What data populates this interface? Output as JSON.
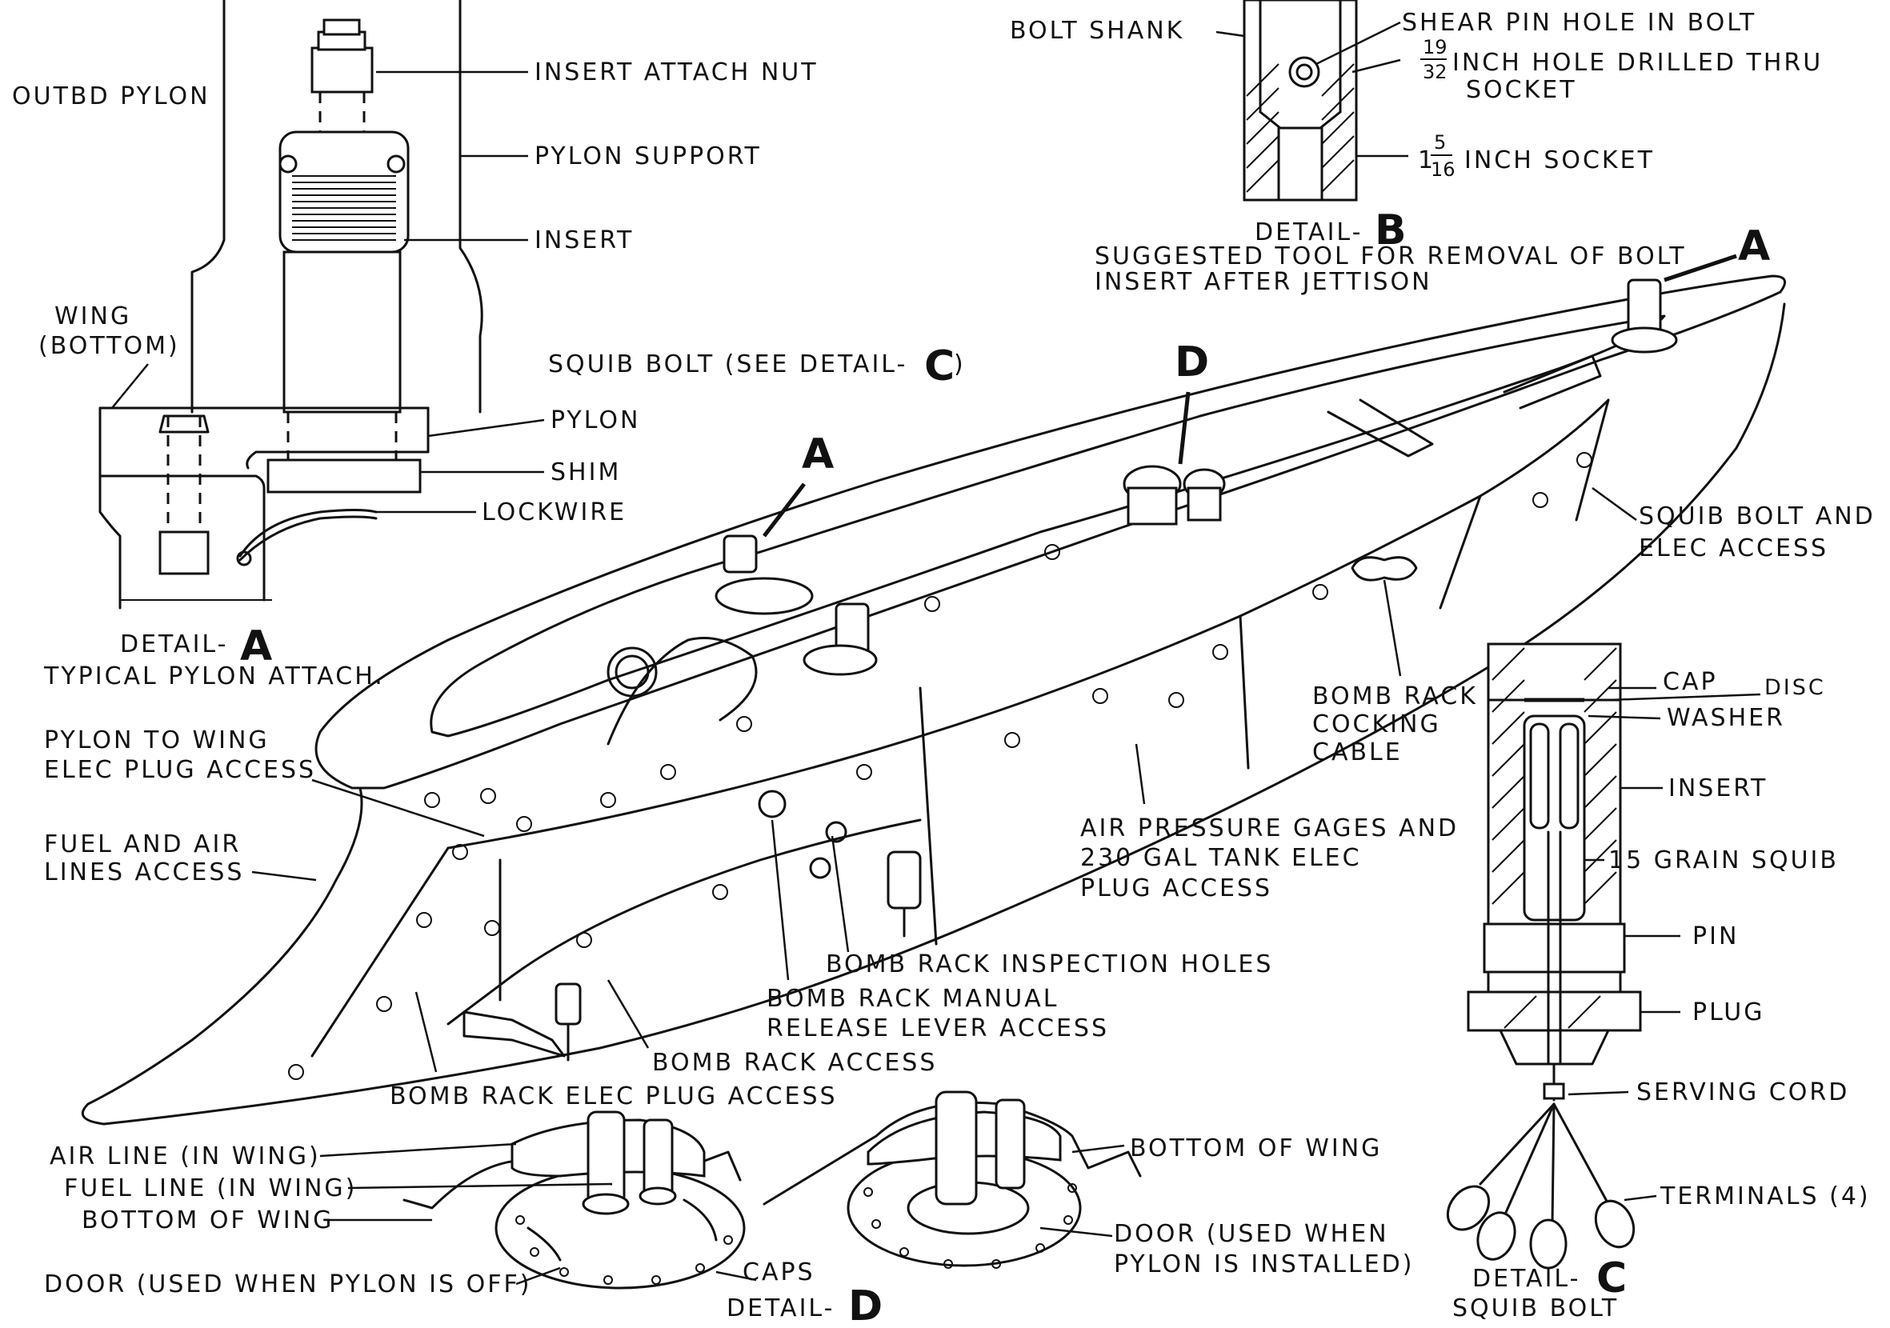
{
  "detail_a": {
    "labels": {
      "outbd_pylon": "OUTBD PYLON",
      "insert_attach_nut": "INSERT ATTACH NUT",
      "pylon_support": "PYLON SUPPORT",
      "insert": "INSERT",
      "wing_bottom_1": "WING",
      "wing_bottom_2": "(BOTTOM)",
      "pylon": "PYLON",
      "shim": "SHIM",
      "lockwire": "LOCKWIRE"
    },
    "caption_prefix": "DETAIL-",
    "caption_letter": "A",
    "caption_sub": "TYPICAL PYLON ATTACH."
  },
  "detail_b": {
    "labels": {
      "bolt_shank": "BOLT SHANK",
      "shear_pin_hole": "SHEAR PIN HOLE IN BOLT",
      "frac1_num": "19",
      "frac1_den": "32",
      "hole_drilled_1": "INCH HOLE DRILLED THRU",
      "hole_drilled_2": "SOCKET",
      "frac2_whole": "1",
      "frac2_num": "5",
      "frac2_den": "16",
      "inch_socket": "INCH SOCKET"
    },
    "caption_prefix": "DETAIL-",
    "caption_letter": "B",
    "caption_sub_1": "SUGGESTED TOOL FOR REMOVAL OF BOLT",
    "caption_sub_2": "INSERT AFTER JETTISON"
  },
  "main": {
    "callout_a_top": "A",
    "callout_a_mid": "A",
    "callout_d": "D",
    "squib_bolt_prefix": "SQUIB BOLT (SEE DETAIL-",
    "squib_bolt_letter": "C",
    "squib_bolt_suffix": ")",
    "squib_bolt_elec_1": "SQUIB BOLT AND",
    "squib_bolt_elec_2": "ELEC ACCESS",
    "bomb_rack_cocking_1": "BOMB RACK",
    "bomb_rack_cocking_2": "COCKING",
    "bomb_rack_cocking_3": "CABLE",
    "pylon_to_wing_1": "PYLON TO WING",
    "pylon_to_wing_2": "ELEC PLUG ACCESS",
    "fuel_air_1": "FUEL AND AIR",
    "fuel_air_2": "LINES ACCESS",
    "air_pressure_1": "AIR PRESSURE GAGES AND",
    "air_pressure_2": "230 GAL TANK ELEC",
    "air_pressure_3": "PLUG ACCESS",
    "inspection_holes": "BOMB RACK INSPECTION HOLES",
    "manual_release_1": "BOMB RACK MANUAL",
    "manual_release_2": "RELEASE LEVER ACCESS",
    "bomb_rack_access": "BOMB RACK ACCESS",
    "elec_plug_access": "BOMB RACK ELEC PLUG ACCESS"
  },
  "detail_c": {
    "labels": {
      "cap": "CAP",
      "disc": "DISC",
      "washer": "WASHER",
      "insert": "INSERT",
      "squib": "15 GRAIN SQUIB",
      "pin": "PIN",
      "plug": "PLUG",
      "serving_cord": "SERVING CORD",
      "terminals": "TERMINALS (4)"
    },
    "caption_prefix": "DETAIL-",
    "caption_letter": "C",
    "caption_sub": "SQUIB BOLT"
  },
  "detail_d": {
    "labels": {
      "air_line": "AIR LINE (IN WING)",
      "fuel_line": "FUEL LINE (IN WING)",
      "bottom_of_wing_left": "BOTTOM OF WING",
      "door_off": "DOOR (USED WHEN PYLON IS OFF)",
      "caps": "CAPS",
      "bottom_of_wing_right": "BOTTOM OF WING",
      "door_installed_1": "DOOR (USED WHEN",
      "door_installed_2": "PYLON IS INSTALLED)"
    },
    "caption_prefix": "DETAIL-",
    "caption_letter": "D"
  }
}
